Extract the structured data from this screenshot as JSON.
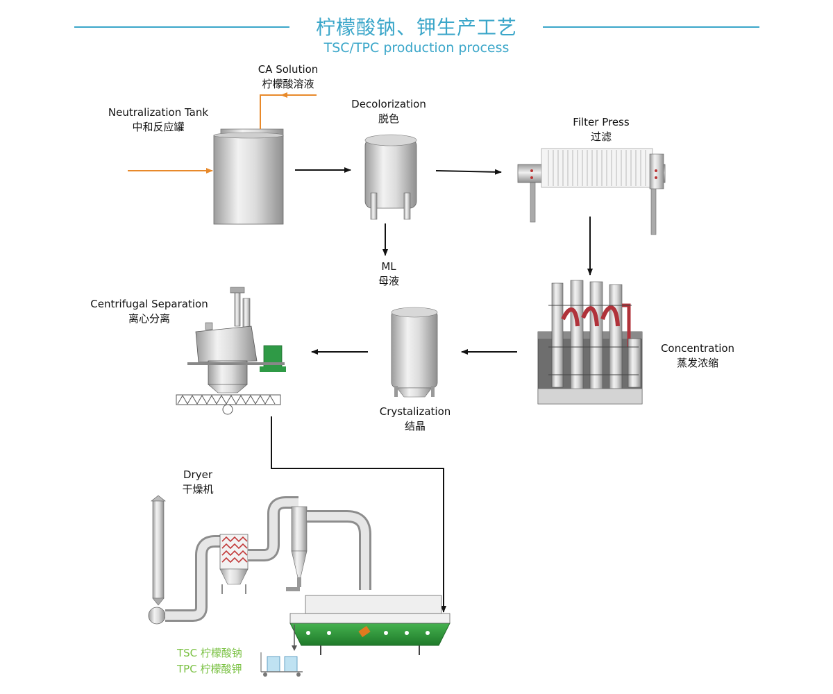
{
  "title": {
    "cn": "柠檬酸钠、钾生产工艺",
    "en": "TSC/TPC production process"
  },
  "steps": {
    "neutralization": {
      "en": "Neutralization Tank",
      "cn": "中和反应罐"
    },
    "ca_solution": {
      "en": "CA Solution",
      "cn": "柠檬酸溶液"
    },
    "decolorization": {
      "en": "Decolorization",
      "cn": "脱色"
    },
    "filter_press": {
      "en": "Filter Press",
      "cn": "过滤"
    },
    "ml": {
      "en": "ML",
      "cn": "母液"
    },
    "centrifugal": {
      "en": "Centrifugal Separation",
      "cn": "离心分离"
    },
    "concentration": {
      "en": "Concentration",
      "cn": "蒸发浓缩"
    },
    "crystalization": {
      "en": "Crystalization",
      "cn": "结晶"
    },
    "dryer": {
      "en": "Dryer",
      "cn": "干燥机"
    }
  },
  "products": {
    "tsc": "TSC 柠檬酸钠",
    "tpc": "TPC 柠檬酸钾"
  },
  "colors": {
    "accent": "#3aa6c9",
    "feed_arrow": "#e8892a",
    "product_text": "#7ac143",
    "dryer_body": "#2e9a3a",
    "arrow": "#111111"
  }
}
